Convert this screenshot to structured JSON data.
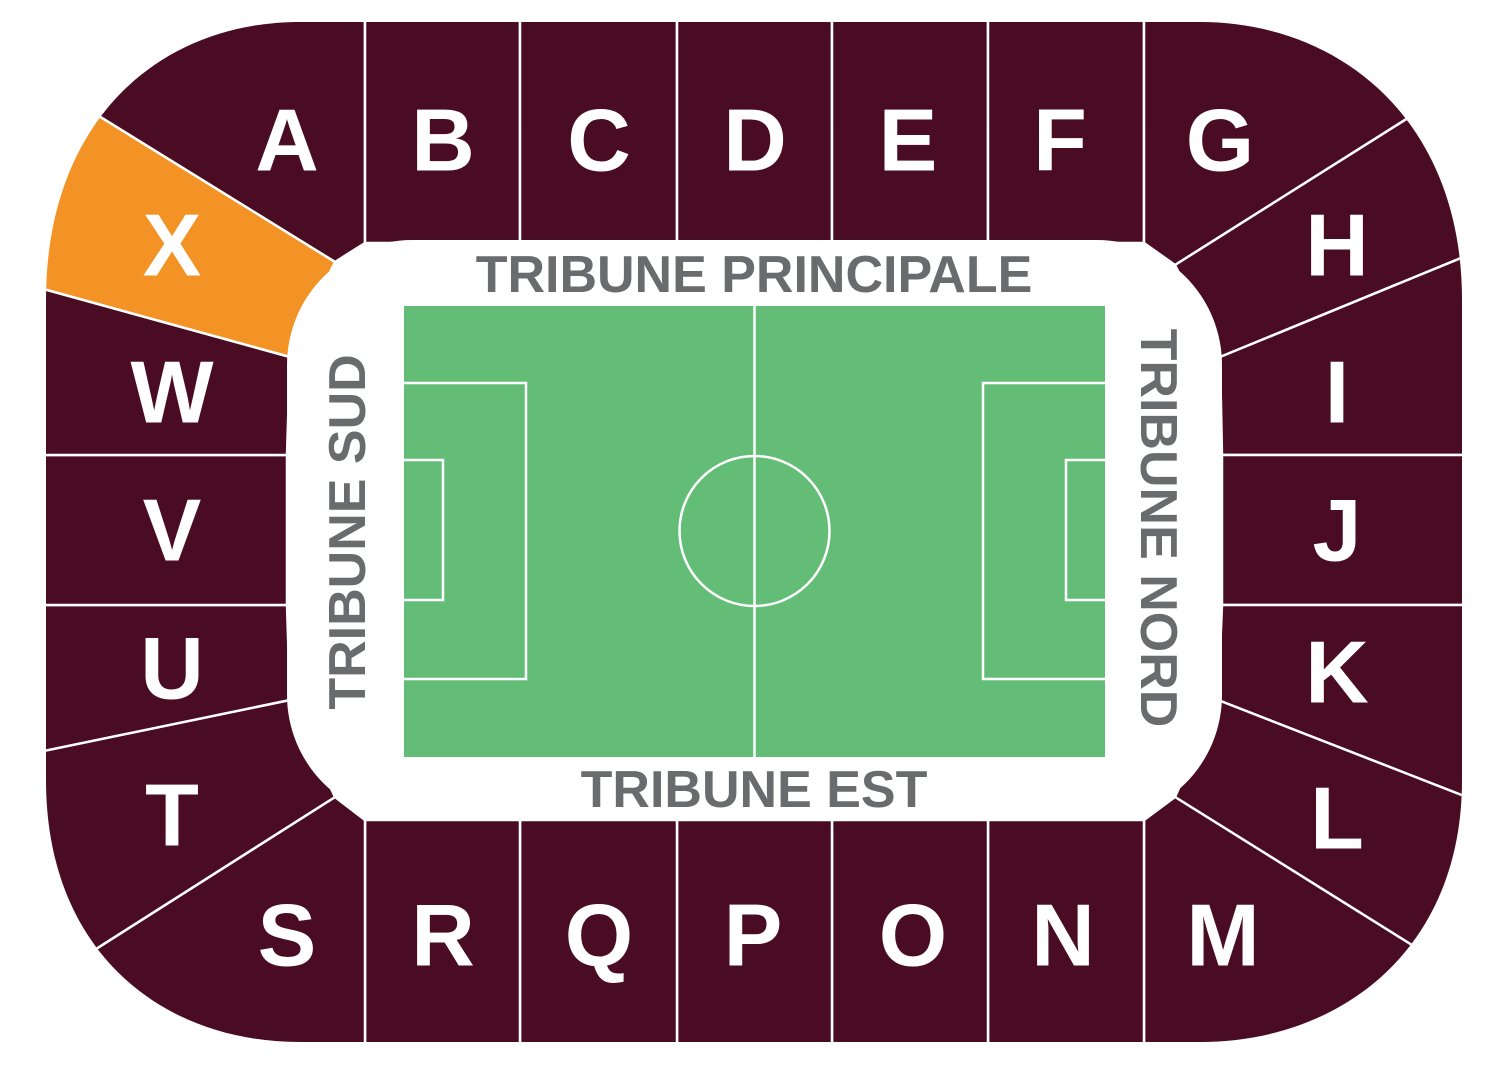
{
  "colors": {
    "sector": "#4a0c22",
    "highlight": "#f39325",
    "pitch": "#63bd77",
    "stand_text": "#6a6b6d"
  },
  "highlighted_sector": "X",
  "stands": {
    "north_side": "TRIBUNE PRINCIPALE",
    "south_side": "TRIBUNE EST",
    "left_end": "TRIBUNE SUD",
    "right_end": "TRIBUNE NORD"
  },
  "sectors": {
    "top": [
      "A",
      "B",
      "C",
      "D",
      "E",
      "F",
      "G"
    ],
    "right": [
      "H",
      "I",
      "J",
      "K",
      "L"
    ],
    "bottom": [
      "M",
      "N",
      "O",
      "P",
      "Q",
      "R",
      "S"
    ],
    "left": [
      "T",
      "U",
      "V",
      "W",
      "X"
    ]
  }
}
